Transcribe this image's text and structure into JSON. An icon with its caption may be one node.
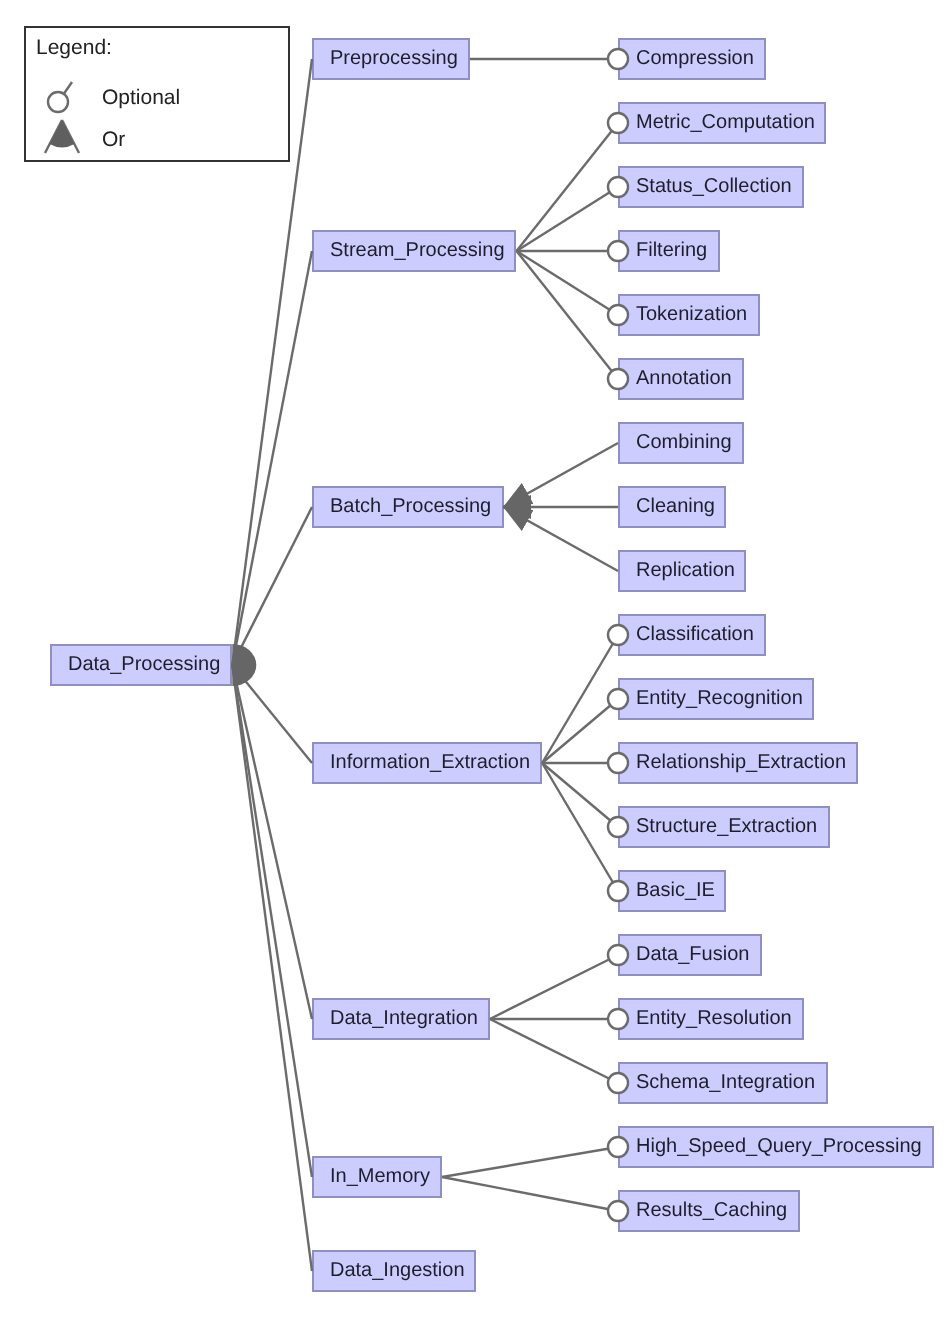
{
  "diagram": {
    "nodes": [
      {
        "text": [
          "Data_Processing"
        ]
      },
      {
        "text": [
          "Preprocessing"
        ]
      },
      {
        "text": [
          "Compression"
        ]
      },
      {
        "text": [
          "Stream_Processing"
        ]
      },
      {
        "text": [
          "Metric_Computation"
        ]
      },
      {
        "text": [
          "Status_Collection"
        ]
      },
      {
        "text": [
          "Filtering"
        ]
      },
      {
        "text": [
          "Tokenization"
        ]
      },
      {
        "text": [
          "Annotation"
        ]
      },
      {
        "text": [
          "Batch_Processing"
        ]
      },
      {
        "text": [
          "Combining"
        ]
      },
      {
        "text": [
          "Cleaning"
        ]
      },
      {
        "text": [
          "Replication"
        ]
      },
      {
        "text": [
          "Information_Extraction"
        ]
      },
      {
        "text": [
          "Classification"
        ]
      },
      {
        "text": [
          "Entity_Recognition"
        ]
      },
      {
        "text": [
          "Relationship_Extraction"
        ]
      },
      {
        "text": [
          "Structure_Extraction"
        ]
      },
      {
        "text": [
          "Basic_IE"
        ]
      },
      {
        "text": [
          "Data_Integration"
        ]
      },
      {
        "text": [
          "Data_Fusion"
        ]
      },
      {
        "text": [
          "Entity_Resolution"
        ]
      },
      {
        "text": [
          "Schema_Integration"
        ]
      },
      {
        "text": [
          "In_Memory"
        ]
      },
      {
        "text": [
          "High_Speed_Query_Processing"
        ]
      },
      {
        "text": [
          "Results_Caching"
        ]
      },
      {
        "text": [
          "Data_Ingestion"
        ]
      }
    ],
    "edges": [
      {
        "from": 0,
        "to": 1,
        "arrow": "none"
      },
      {
        "from": 0,
        "to": 3,
        "arrow": "none"
      },
      {
        "from": 0,
        "to": 9,
        "arrow": "none"
      },
      {
        "from": 0,
        "to": 13,
        "arrow": "none"
      },
      {
        "from": 0,
        "to": 19,
        "arrow": "none"
      },
      {
        "from": 0,
        "to": 23,
        "arrow": "none"
      },
      {
        "from": 0,
        "to": 26,
        "arrow": "none"
      },
      {
        "from": 1,
        "to": 2,
        "arrow": "other"
      },
      {
        "from": 3,
        "to": 4,
        "arrow": "other"
      },
      {
        "from": 3,
        "to": 5,
        "arrow": "other"
      },
      {
        "from": 3,
        "to": 6,
        "arrow": "other"
      },
      {
        "from": 3,
        "to": 7,
        "arrow": "other"
      },
      {
        "from": 3,
        "to": 8,
        "arrow": "other"
      },
      {
        "from": 10,
        "to": 9,
        "arrow": "to"
      },
      {
        "from": 11,
        "to": 9,
        "arrow": "to"
      },
      {
        "from": 12,
        "to": 9,
        "arrow": "to"
      },
      {
        "from": 13,
        "to": 14,
        "arrow": "other"
      },
      {
        "from": 13,
        "to": 15,
        "arrow": "other"
      },
      {
        "from": 13,
        "to": 16,
        "arrow": "other"
      },
      {
        "from": 13,
        "to": 17,
        "arrow": "other"
      },
      {
        "from": 13,
        "to": 18,
        "arrow": "other"
      },
      {
        "from": 19,
        "to": 20,
        "arrow": "other"
      },
      {
        "from": 19,
        "to": 21,
        "arrow": "other"
      },
      {
        "from": 19,
        "to": 22,
        "arrow": "other"
      },
      {
        "from": 23,
        "to": 24,
        "arrow": "other"
      },
      {
        "from": 23,
        "to": 25,
        "arrow": "other"
      }
    ],
    "labels": [
      "Legend:"
    ],
    "legend": [
      {
        "text": "Optional"
      },
      {
        "text": "Or"
      }
    ]
  }
}
